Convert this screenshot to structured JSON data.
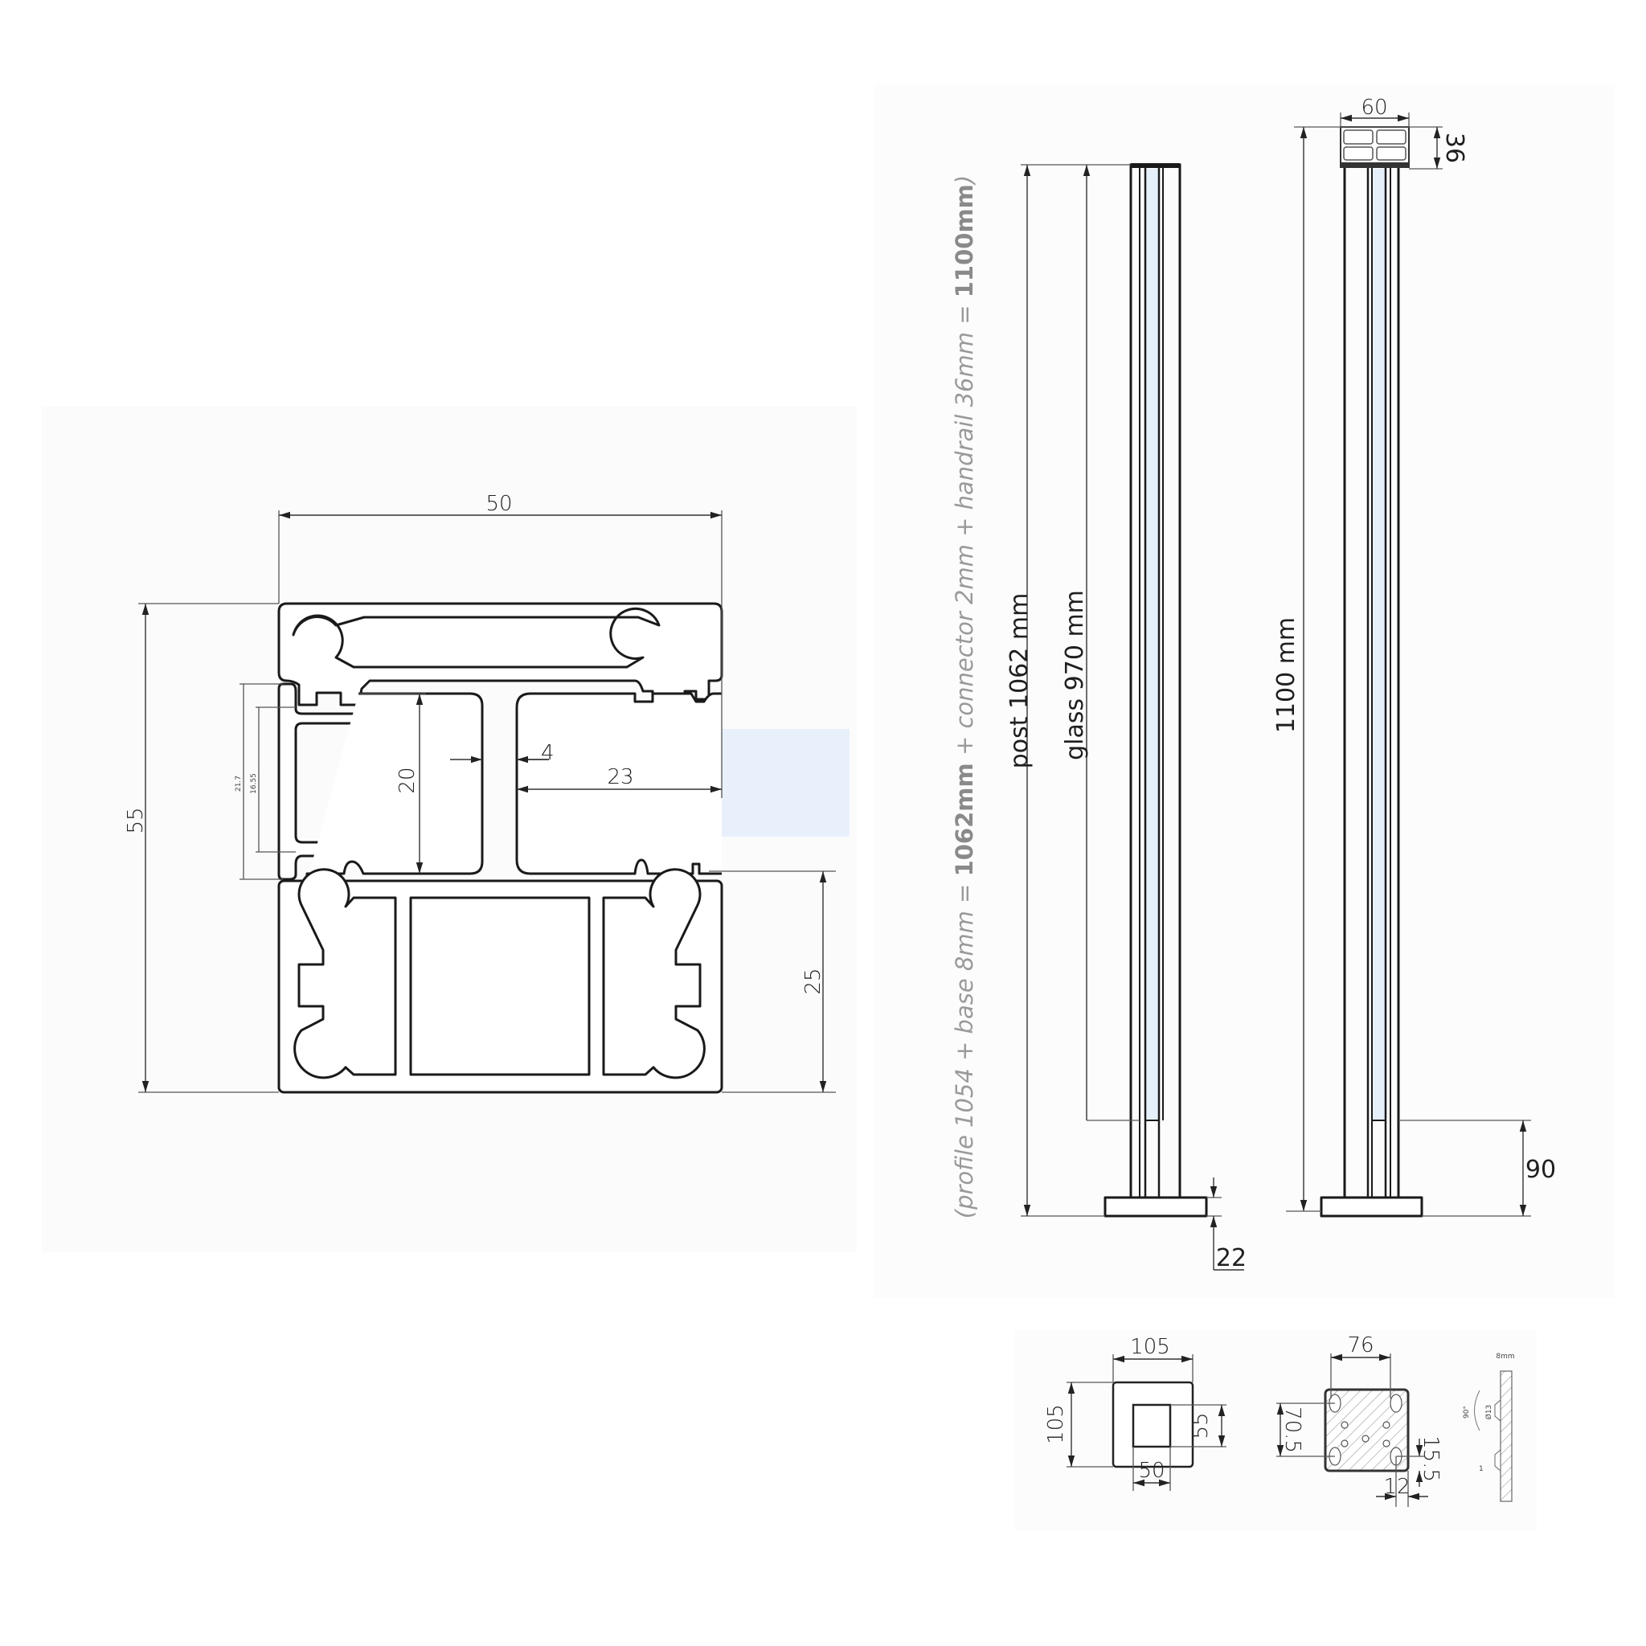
{
  "profile_section": {
    "width_label": "50",
    "height_label": "55",
    "gap_label": "4",
    "slot_depth_label": "23",
    "chamber_height_label": "20",
    "base_height_label": "25",
    "clip_outer_label": "21.7",
    "clip_inner_label": "16.55"
  },
  "post_elevation": {
    "note_prefix": "(profile 1054 + base 8mm = ",
    "note_bold1": "1062mm",
    "note_middle": " + connector 2mm + handrail 36mm = ",
    "note_bold2": "1100mm",
    "note_suffix": ")",
    "post_label": "post 1062 mm",
    "glass_label": "glass 970 mm",
    "base_label": "22"
  },
  "post_with_handrail": {
    "handrail_width_label": "60",
    "handrail_height_label": "36",
    "total_label": "1100 mm",
    "glass_offset_label": "90"
  },
  "cover_plate": {
    "outer_width_label": "105",
    "outer_height_label": "105",
    "inner_height_label": "55",
    "inner_width_label": "50"
  },
  "base_plate": {
    "hole_spacing_x_label": "76",
    "hole_spacing_y_label": "70.5",
    "edge_y_label": "15.5",
    "edge_x_label": "12"
  },
  "plate_side": {
    "thickness_label": "8mm",
    "angle_label": "90°",
    "hole_label": "Ø13",
    "offset_label": "1"
  },
  "colors": {
    "glass": "#e6f0fb",
    "highlight": "#e8f0fb",
    "line": "#1a1a1a"
  }
}
